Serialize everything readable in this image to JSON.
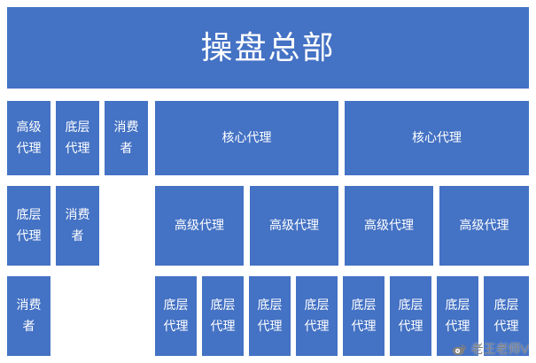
{
  "diagram": {
    "title": "操盘总部",
    "rows": [
      {
        "boxes": [
          {
            "label": "高级代理"
          },
          {
            "label": "底层代理"
          },
          {
            "label": "消费者"
          },
          {
            "label": "核心代理"
          },
          {
            "label": "核心代理"
          }
        ]
      },
      {
        "boxes": [
          {
            "label": "底层代理"
          },
          {
            "label": "消费者"
          },
          {
            "label": "高级代理"
          },
          {
            "label": "高级代理"
          },
          {
            "label": "高级代理"
          },
          {
            "label": "高级代理"
          }
        ]
      },
      {
        "boxes": [
          {
            "label": "消费者"
          },
          {
            "label": "底层代理"
          },
          {
            "label": "底层代理"
          },
          {
            "label": "底层代理"
          },
          {
            "label": "底层代理"
          },
          {
            "label": "底层代理"
          },
          {
            "label": "底层代理"
          },
          {
            "label": "底层代理"
          },
          {
            "label": "底层代理"
          }
        ]
      }
    ]
  },
  "watermark": {
    "icon": "weibo-icon",
    "text": "老王老师V"
  },
  "colors": {
    "box_fill": "#4472C4",
    "box_text": "#FFFFFF",
    "background": "#FFFFFF",
    "watermark_text": "#808080"
  }
}
